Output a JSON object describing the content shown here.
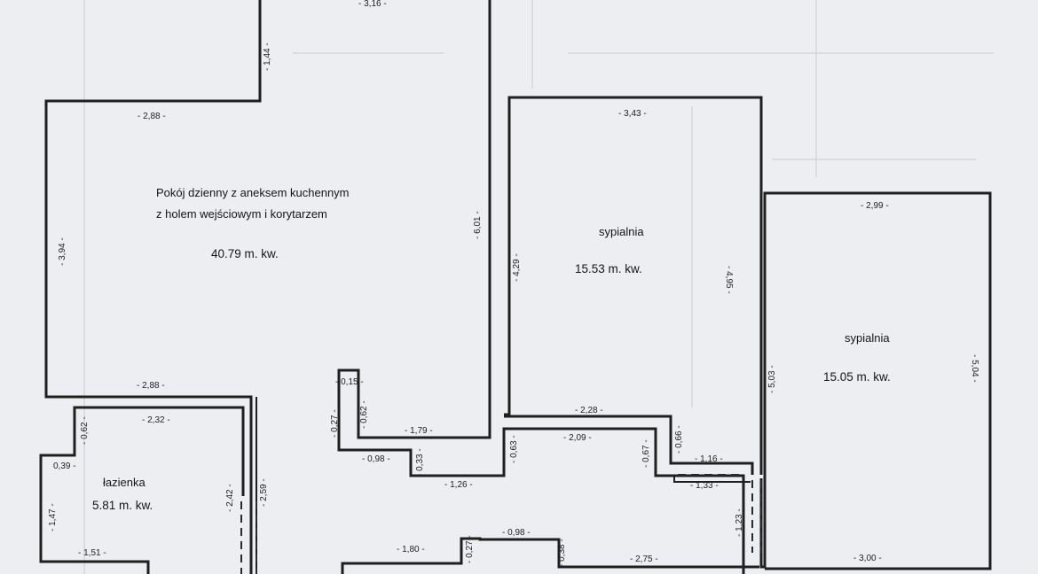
{
  "rooms": {
    "living": {
      "name_line1": "Pokój dzienny z aneksem kuchennym",
      "name_line2": "z holem wejściowym i korytarzem",
      "area": "40.79 m. kw."
    },
    "bedroom1": {
      "name": "sypialnia",
      "area": "15.53 m. kw."
    },
    "bedroom2": {
      "name": "sypialnia",
      "area": "15.05 m. kw."
    },
    "bathroom": {
      "name": "łazienka",
      "area": "5.81 m. kw."
    }
  },
  "dimensions": [
    "- 3,16 -",
    "- 1,44 -",
    "- 2,88 -",
    "- 3,94 -",
    "- 6,01 -",
    "- 2,88 -",
    "- 3,43 -",
    "- 4,29 -",
    "- 4,95 -",
    "- 2,28 -",
    "- 2,99 -",
    "- 5,03 -",
    "- 5,04 -",
    "- 0,15 -",
    "- 0,27 -",
    "- 0,62 -",
    "- 1,79 -",
    "- 0,98 -",
    "- 0,33 -",
    "- 1,26 -",
    "- 0,63 -",
    "- 2,09 -",
    "- 0,67 -",
    "- 0,66 -",
    "- 1,16 -",
    "- 1,33 -",
    "- 1,23 -",
    "- 2,32 -",
    "- 0,62 -",
    "0,39 -",
    "- 1,47 -",
    "- 2,42 -",
    "- 2,59 -",
    "- 1,51 -",
    "- 1,80 -",
    "- 0,27 -",
    "- 0,98 -",
    "- 0,38 -",
    "- 2,75 -",
    "- 3,00 -"
  ]
}
